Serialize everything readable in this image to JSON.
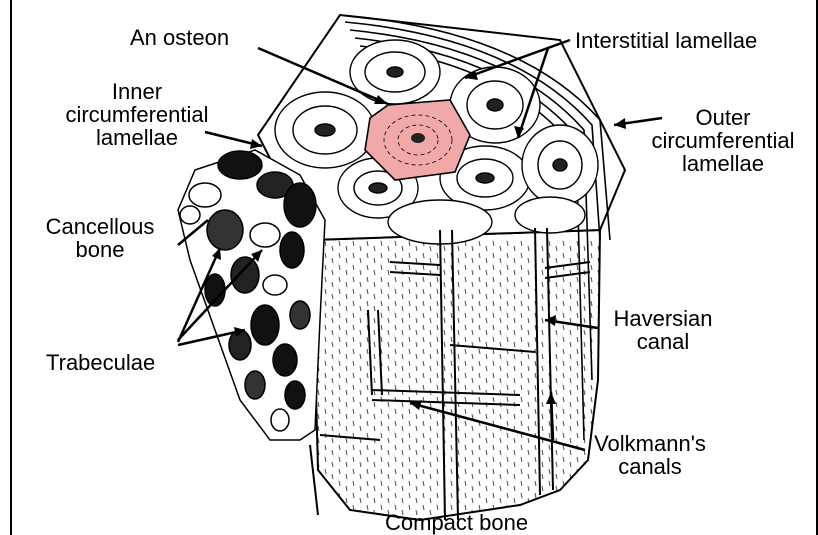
{
  "labels": {
    "osteon": "An osteon",
    "interstitial": "Interstitial lamellae",
    "inner_circ": [
      "Inner",
      "circumferential",
      "lamellae"
    ],
    "outer_circ": [
      "Outer",
      "circumferential",
      "lamellae"
    ],
    "cancellous": [
      "Cancellous",
      "bone"
    ],
    "trabeculae": "Trabeculae",
    "haversian": [
      "Haversian",
      "canal"
    ],
    "volkmann": [
      "Volkmann's",
      "canals"
    ],
    "compact": "Compact bone"
  },
  "colors": {
    "osteon_highlight": "#f0a8a8",
    "ink": "#000000",
    "paper": "#ffffff"
  }
}
